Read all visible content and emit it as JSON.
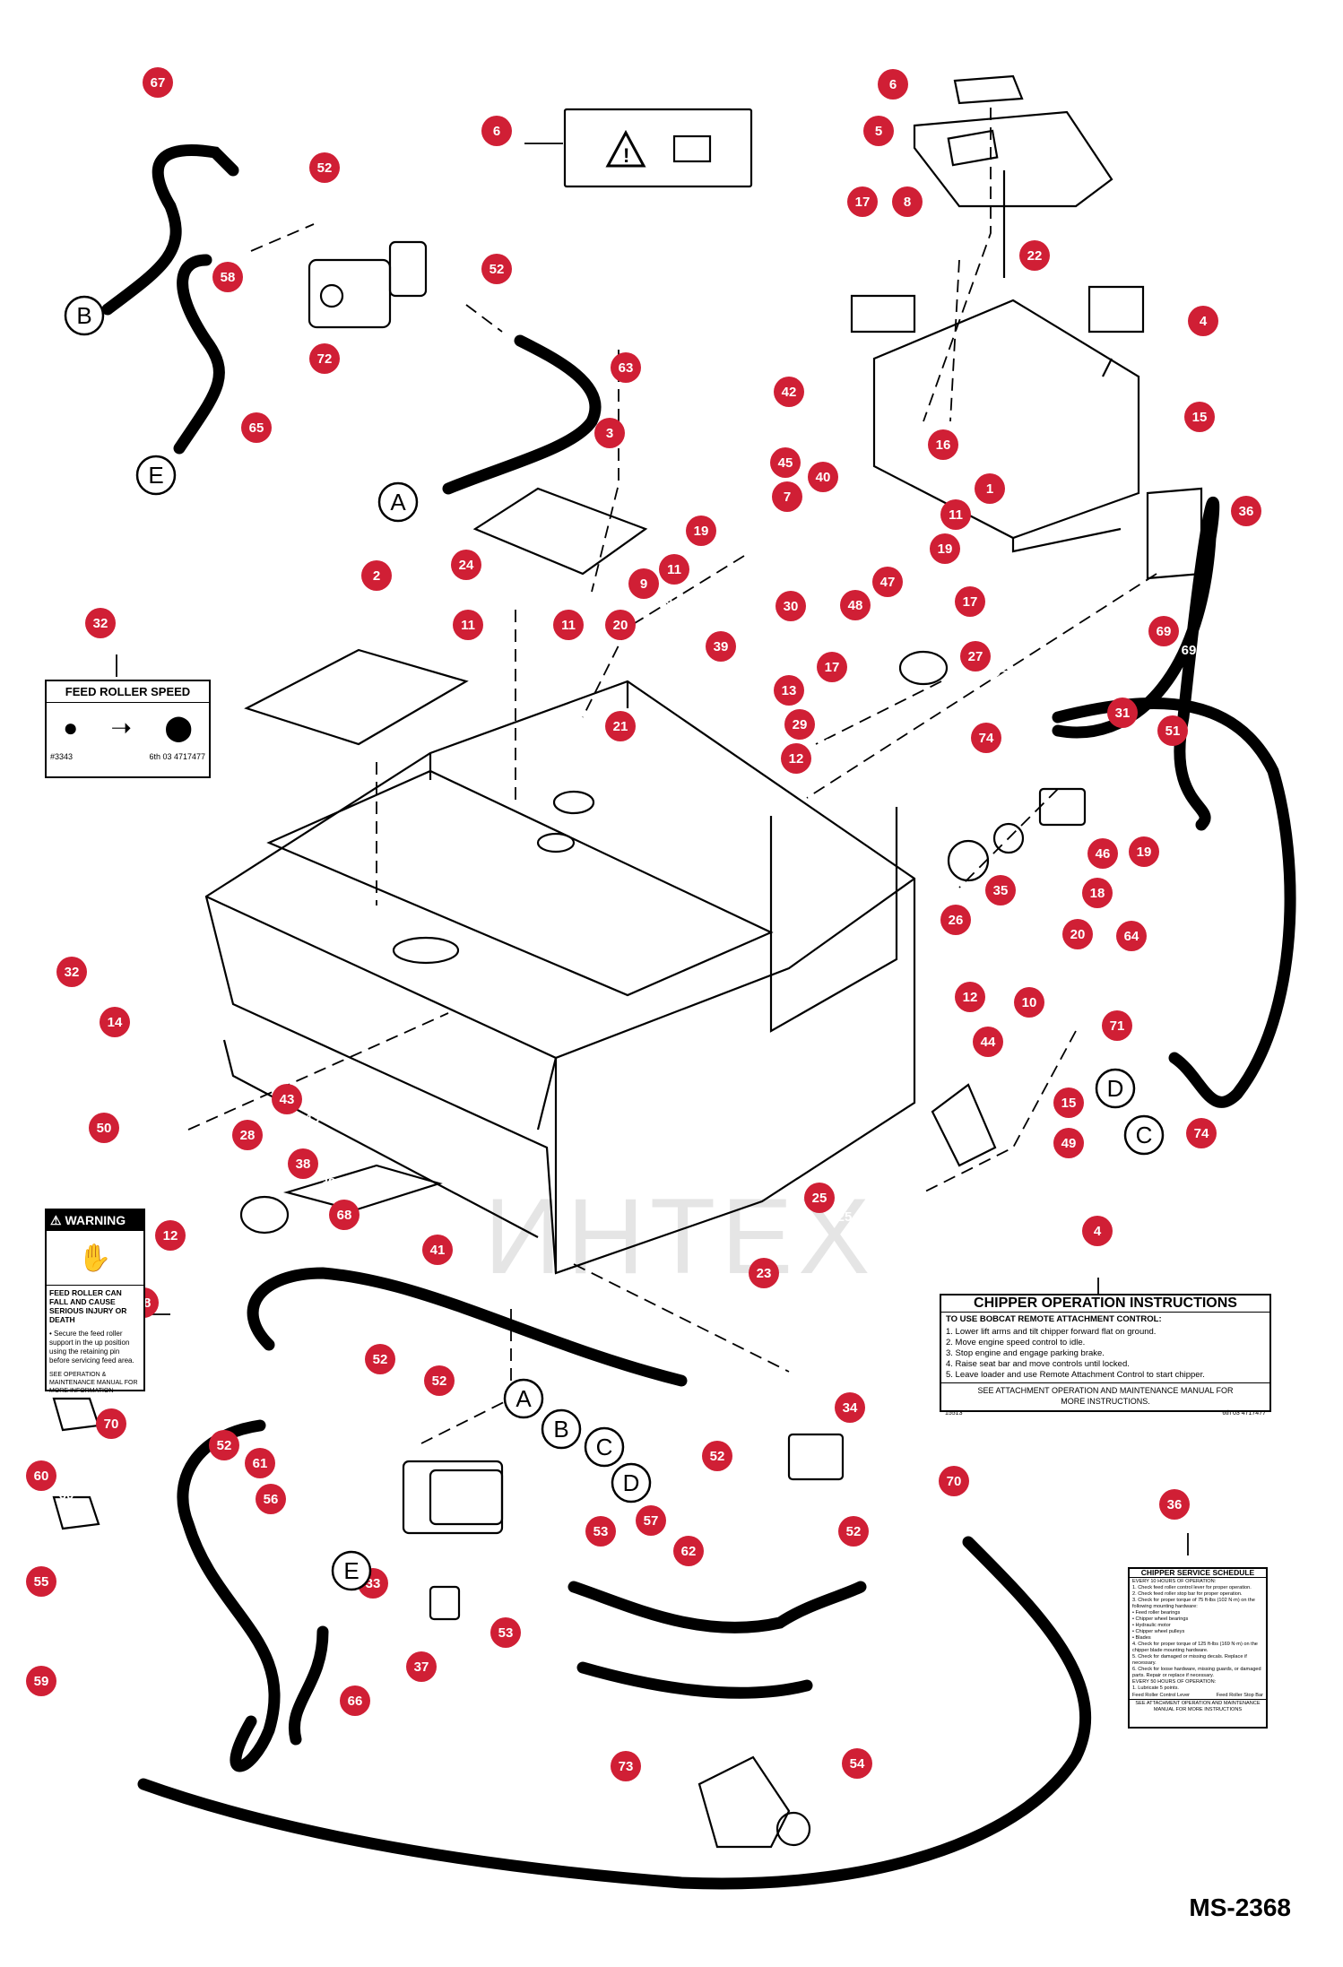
{
  "document_id": "MS-2368",
  "watermark": "ИНТЕХ",
  "decals": {
    "feed_roller": {
      "title": "FEED ROLLER SPEED",
      "code_left": "#3343",
      "code_right": "6th 03 4717477"
    },
    "warning": {
      "title": "WARNING",
      "headline": "FEED ROLLER CAN FALL AND CAUSE SERIOUS INJURY OR DEATH",
      "body": "• Secure the feed roller support in the up position using the retaining pin before servicing feed area.",
      "footer": "SEE OPERATION & MAINTENANCE MANUAL FOR MORE INFORMATION"
    },
    "chipper_operation": {
      "title": "CHIPPER OPERATION INSTRUCTIONS",
      "intro": "TO USE BOBCAT REMOTE ATTACHMENT CONTROL:",
      "steps": [
        "1. Lower lift arms and tilt chipper forward flat on ground.",
        "2. Move engine speed control to idle.",
        "3. Stop engine and engage parking brake.",
        "4. Raise seat bar and move controls until locked.",
        "5. Leave loader and use Remote Attachment Control to start chipper."
      ],
      "footer": "SEE ATTACHMENT OPERATION AND MAINTENANCE MANUAL FOR MORE INSTRUCTIONS.",
      "code_left": "15513",
      "code_right": "6th 03 4717477"
    },
    "service_schedule": {
      "title": "CHIPPER SERVICE SCHEDULE",
      "lines": [
        "EVERY 10 HOURS OF OPERATION:",
        "1. Check feed roller control lever for proper operation.",
        "2. Check feed roller stop bar for proper operation.",
        "3. Check for proper torque of 75 ft-lbs (102 N·m) on the following mounting hardware:",
        "• Feed roller bearings",
        "• Chipper wheel bearings",
        "• Hydraulic motor",
        "• Chipper wheel pulleys",
        "• Blades",
        "4. Check for proper torque of 125 ft-lbs (169 N·m) on the chipper blade mounting hardware.",
        "5. Check for damaged or missing decals. Replace if necessary.",
        "6. Check for loose hardware, missing guards, or damaged parts. Repair or replace if necessary.",
        "EVERY 50 HOURS OF OPERATION:",
        "1. Lubricate 5 points."
      ],
      "label_a": "Feed Roller Control Lever",
      "label_b": "Feed Roller Stop Bar",
      "footer": "SEE ATTACHMENT OPERATION AND MAINTENANCE MANUAL FOR MORE INSTRUCTIONS"
    }
  },
  "callouts": [
    {
      "n": "67",
      "label": "67"
    },
    {
      "n": "52",
      "label": "52"
    },
    {
      "n": "58",
      "label": "58"
    },
    {
      "n": "72",
      "label": "72"
    },
    {
      "n": "65",
      "label": "65"
    },
    {
      "n": "52b",
      "label": "52"
    },
    {
      "n": "63",
      "label": "63"
    },
    {
      "n": "6",
      "label": "6"
    },
    {
      "n": "6b",
      "label": "6"
    },
    {
      "n": "5",
      "label": "5"
    },
    {
      "n": "17",
      "label": "17"
    },
    {
      "n": "8",
      "label": "8"
    },
    {
      "n": "22",
      "label": "22"
    },
    {
      "n": "4",
      "label": "4"
    },
    {
      "n": "42",
      "label": "42"
    },
    {
      "n": "15",
      "label": "15"
    },
    {
      "n": "16",
      "label": "16"
    },
    {
      "n": "3",
      "label": "3"
    },
    {
      "n": "45",
      "label": "45"
    },
    {
      "n": "40",
      "label": "40"
    },
    {
      "n": "7",
      "label": "7"
    },
    {
      "n": "1",
      "label": "1"
    },
    {
      "n": "11",
      "label": "11"
    },
    {
      "n": "19",
      "label": "19"
    },
    {
      "n": "36",
      "label": "36"
    },
    {
      "n": "24",
      "label": "24"
    },
    {
      "n": "19b",
      "label": "19"
    },
    {
      "n": "9",
      "label": "9"
    },
    {
      "n": "11b",
      "label": "11"
    },
    {
      "n": "47",
      "label": "47"
    },
    {
      "n": "30",
      "label": "30"
    },
    {
      "n": "48",
      "label": "48"
    },
    {
      "n": "17b",
      "label": "17"
    },
    {
      "n": "2",
      "label": "2"
    },
    {
      "n": "11c",
      "label": "11"
    },
    {
      "n": "11d",
      "label": "11"
    },
    {
      "n": "20",
      "label": "20"
    },
    {
      "n": "39",
      "label": "39"
    },
    {
      "n": "32",
      "label": "32"
    },
    {
      "n": "17c",
      "label": "17"
    },
    {
      "n": "27",
      "label": "27"
    },
    {
      "n": "69",
      "label": "69"
    },
    {
      "n": "13",
      "label": "13"
    },
    {
      "n": "21",
      "label": "21"
    },
    {
      "n": "29",
      "label": "29"
    },
    {
      "n": "12",
      "label": "12"
    },
    {
      "n": "31",
      "label": "31"
    },
    {
      "n": "51",
      "label": "51"
    },
    {
      "n": "74",
      "label": "74"
    },
    {
      "n": "46",
      "label": "46"
    },
    {
      "n": "19c",
      "label": "19"
    },
    {
      "n": "35",
      "label": "35"
    },
    {
      "n": "18",
      "label": "18"
    },
    {
      "n": "26",
      "label": "26"
    },
    {
      "n": "20b",
      "label": "20"
    },
    {
      "n": "64",
      "label": "64"
    },
    {
      "n": "32b",
      "label": "32"
    },
    {
      "n": "14",
      "label": "14"
    },
    {
      "n": "12b",
      "label": "12"
    },
    {
      "n": "10",
      "label": "10"
    },
    {
      "n": "44",
      "label": "44"
    },
    {
      "n": "71",
      "label": "71"
    },
    {
      "n": "15b",
      "label": "15"
    },
    {
      "n": "49",
      "label": "49"
    },
    {
      "n": "74b",
      "label": "74"
    },
    {
      "n": "50",
      "label": "50"
    },
    {
      "n": "43",
      "label": "43"
    },
    {
      "n": "28",
      "label": "28"
    },
    {
      "n": "38",
      "label": "38"
    },
    {
      "n": "12c",
      "label": "12"
    },
    {
      "n": "25",
      "label": "25"
    },
    {
      "n": "68",
      "label": "68"
    },
    {
      "n": "41",
      "label": "41"
    },
    {
      "n": "23",
      "label": "23"
    },
    {
      "n": "4b",
      "label": "4"
    },
    {
      "n": "38b",
      "label": "38"
    },
    {
      "n": "52c",
      "label": "52"
    },
    {
      "n": "52d",
      "label": "52"
    },
    {
      "n": "70",
      "label": "70"
    },
    {
      "n": "52e",
      "label": "52"
    },
    {
      "n": "61",
      "label": "61"
    },
    {
      "n": "34",
      "label": "34"
    },
    {
      "n": "52f",
      "label": "52"
    },
    {
      "n": "70b",
      "label": "70"
    },
    {
      "n": "60",
      "label": "60"
    },
    {
      "n": "56",
      "label": "56"
    },
    {
      "n": "53",
      "label": "53"
    },
    {
      "n": "57",
      "label": "57"
    },
    {
      "n": "62",
      "label": "62"
    },
    {
      "n": "52g",
      "label": "52"
    },
    {
      "n": "36b",
      "label": "36"
    },
    {
      "n": "55",
      "label": "55"
    },
    {
      "n": "33",
      "label": "33"
    },
    {
      "n": "53b",
      "label": "53"
    },
    {
      "n": "37",
      "label": "37"
    },
    {
      "n": "66",
      "label": "66"
    },
    {
      "n": "59",
      "label": "59"
    },
    {
      "n": "54",
      "label": "54"
    },
    {
      "n": "73",
      "label": "73"
    }
  ],
  "connection_letters": [
    "A",
    "B",
    "C",
    "D",
    "E"
  ]
}
